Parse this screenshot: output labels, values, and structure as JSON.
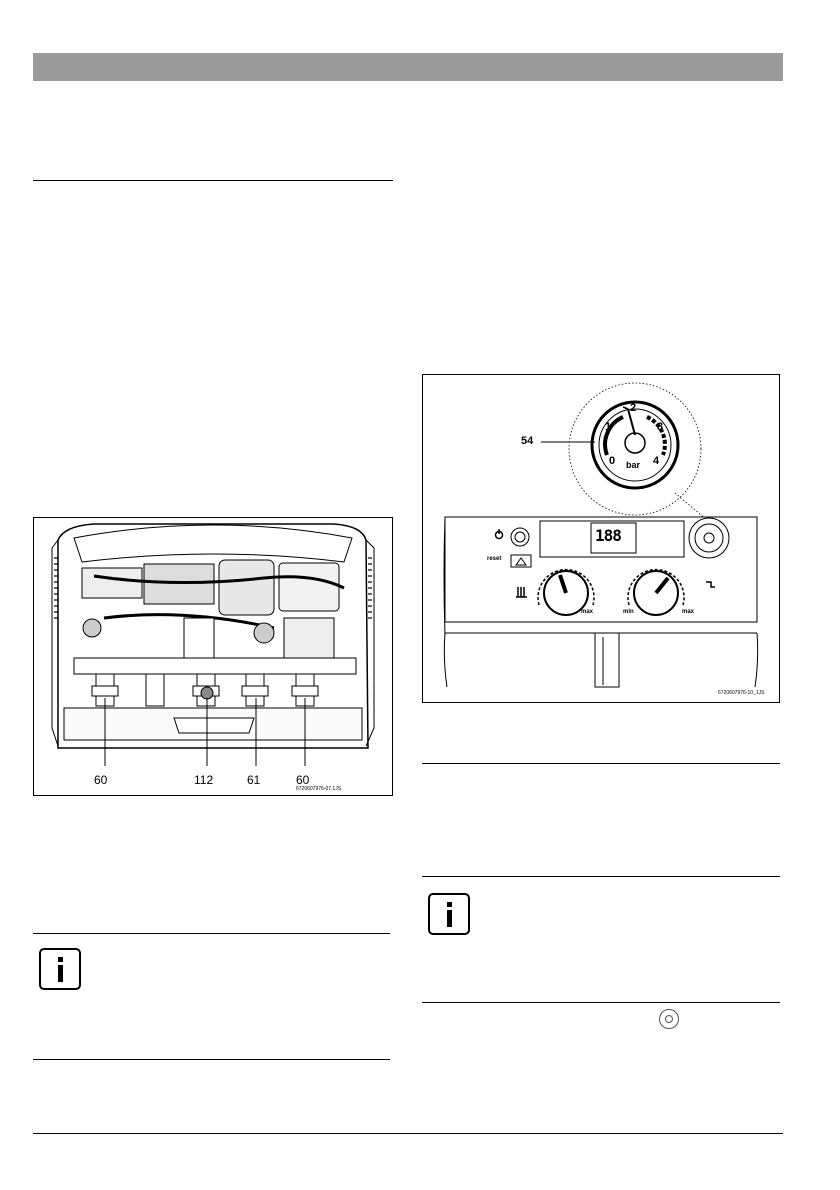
{
  "figure1": {
    "labels": [
      "60",
      "112",
      "61",
      "60"
    ],
    "code": "6720607976-07.1JS"
  },
  "figure2": {
    "callout": "54",
    "gauge_numbers": [
      "0",
      "1",
      "2",
      "3",
      "4"
    ],
    "gauge_unit": "bar",
    "display_digits": "188",
    "reset_label": "reset",
    "dial_left_max": "max",
    "dial_right_min": "min",
    "dial_right_max": "max",
    "code": "6720607976-10_1JS"
  },
  "icons": {
    "info": "info-icon",
    "power": "power-icon"
  }
}
